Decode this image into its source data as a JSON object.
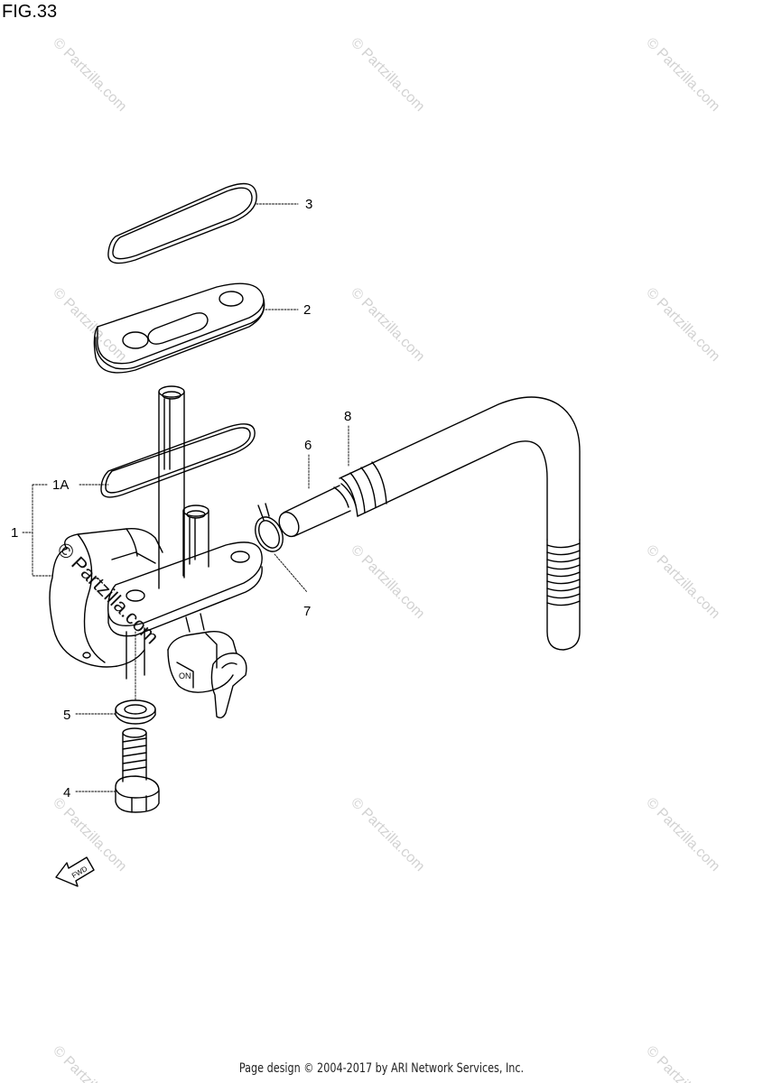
{
  "figure_label": "FIG.33",
  "callouts": {
    "c1": "1",
    "c1a": "1A",
    "c2": "2",
    "c3": "3",
    "c4": "4",
    "c5": "5",
    "c6": "6",
    "c7": "7",
    "c8": "8"
  },
  "fwd_label": "FWD",
  "watermark": {
    "text": "© Partzilla.com",
    "large_text": "© Partzilla.com"
  },
  "footer": "Page design © 2004-2017 by ARI Network Services, Inc."
}
